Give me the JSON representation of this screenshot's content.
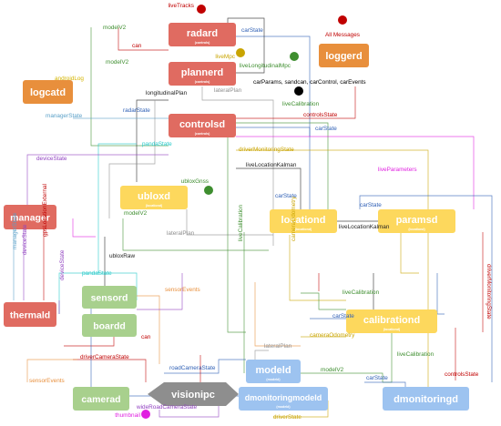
{
  "colors": {
    "red": "#e06b61",
    "orange": "#e88f3c",
    "yellow": "#fdd85d",
    "green": "#a8d08d",
    "blue": "#9dc3f0",
    "gray": "#8e8e8e",
    "dark": "#222222",
    "crimson": "#c00000"
  },
  "nodes": {
    "radard": {
      "label": "radard",
      "sub": "(controls)",
      "color": "red"
    },
    "plannerd": {
      "label": "plannerd",
      "sub": "(controls)",
      "color": "red"
    },
    "controlsd": {
      "label": "controlsd",
      "sub": "(controls)",
      "color": "red"
    },
    "manager": {
      "label": "manager",
      "sub": "",
      "color": "red"
    },
    "thermald": {
      "label": "thermald",
      "sub": "",
      "color": "red"
    },
    "logcatd": {
      "label": "logcatd",
      "sub": "",
      "color": "orange"
    },
    "loggerd": {
      "label": "loggerd",
      "sub": "",
      "color": "orange"
    },
    "ubloxd": {
      "label": "ubloxd",
      "sub": "(locationd)",
      "color": "yellow"
    },
    "locationd": {
      "label": "locationd",
      "sub": "(locationd)",
      "color": "yellow"
    },
    "paramsd": {
      "label": "paramsd",
      "sub": "(locationd)",
      "color": "yellow"
    },
    "calibrationd": {
      "label": "calibrationd",
      "sub": "(locationd)",
      "color": "yellow"
    },
    "sensord": {
      "label": "sensord",
      "sub": "",
      "color": "green"
    },
    "boardd": {
      "label": "boardd",
      "sub": "",
      "color": "green"
    },
    "camerad": {
      "label": "camerad",
      "sub": "",
      "color": "green"
    },
    "modeld": {
      "label": "modeld",
      "sub": "(modeld)",
      "color": "blue"
    },
    "dmonitoringmodeld": {
      "label": "dmonitoringmodeld",
      "sub": "(modeld)",
      "color": "blue"
    },
    "dmonitoringd": {
      "label": "dmonitoringd",
      "sub": "",
      "color": "blue"
    },
    "visionipc": {
      "label": "visionipc",
      "sub": "",
      "color": "gray"
    }
  },
  "dots": {
    "liveTracks": {
      "label": "liveTracks",
      "color": "#c00000"
    },
    "allMessages": {
      "label": "All Messages",
      "color": "#c00000"
    },
    "liveMpc": {
      "label": "liveMpc",
      "color": "#c9a400"
    },
    "liveLongitudinalMpc": {
      "label": "liveLongitudinalMpc",
      "color": "#3e8e2f"
    },
    "carParams": {
      "label": "carParams, sandcan, carControl, carEvents",
      "color": "#000000"
    },
    "ubloxGnss": {
      "label": "ubloxGnss",
      "color": "#3e8e2f"
    },
    "thumbnail": {
      "label": "thumbnail",
      "color": "#e020e0"
    }
  },
  "edge_labels": {
    "modelV2_top": {
      "text": "modelV2",
      "color": "#3e8e2f"
    },
    "modelV2_left": {
      "text": "modelV2",
      "color": "#3e8e2f"
    },
    "can_top": {
      "text": "can",
      "color": "#c00000"
    },
    "carState_radard": {
      "text": "carState",
      "color": "#2e5fb5"
    },
    "androidLog": {
      "text": "androidLog",
      "color": "#d4b400"
    },
    "lateralPlan_top": {
      "text": "lateralPlan",
      "color": "#8e8e8e"
    },
    "longitudinalPlan": {
      "text": "longitudinalPlan",
      "color": "#222222"
    },
    "radarState": {
      "text": "radarState",
      "color": "#2e5fb5"
    },
    "liveCalibration_top": {
      "text": "liveCalibration",
      "color": "#3e8e2f"
    },
    "controlsState_top": {
      "text": "controlsState",
      "color": "#c00000"
    },
    "managerState": {
      "text": "managerState",
      "color": "#5aa0c8"
    },
    "pandaState_top": {
      "text": "pandaState",
      "color": "#20c8c8"
    },
    "carState_mid": {
      "text": "carState",
      "color": "#2e5fb5"
    },
    "driverMonitoringState": {
      "text": "driverMonitoringState",
      "color": "#c9a400"
    },
    "deviceState_top": {
      "text": "deviceState",
      "color": "#9040c0"
    },
    "liveLocationKalman_top": {
      "text": "liveLocationKalman",
      "color": "#222222"
    },
    "liveParameters": {
      "text": "liveParameters",
      "color": "#e020e0"
    },
    "carState_locd": {
      "text": "carState",
      "color": "#2e5fb5"
    },
    "carState_params": {
      "text": "carState",
      "color": "#2e5fb5"
    },
    "modelV2_mid": {
      "text": "modelV2",
      "color": "#3e8e2f"
    },
    "liveLocationKalman_mid": {
      "text": "liveLocationKalman",
      "color": "#222222"
    },
    "lateralPlan_mid": {
      "text": "lateralPlan",
      "color": "#8e8e8e"
    },
    "gpsLocationExternal": {
      "text": "gpsLocationExternal",
      "color": "#c00000"
    },
    "deviceState_left": {
      "text": "deviceState",
      "color": "#9040c0"
    },
    "managerState_left": {
      "text": "managerState",
      "color": "#5aa0c8"
    },
    "ubloxRaw": {
      "text": "ubloxRaw",
      "color": "#222222"
    },
    "liveCalibration_v": {
      "text": "liveCalibration",
      "color": "#3e8e2f"
    },
    "cameraOdometry_v": {
      "text": "cameraOdometry",
      "color": "#c9a400"
    },
    "driverMonitoringState_v": {
      "text": "driverMonitoringState",
      "color": "#c00000"
    },
    "pandaState_low": {
      "text": "pandaState",
      "color": "#20c8c8"
    },
    "deviceState_low": {
      "text": "deviceState",
      "color": "#9040c0"
    },
    "sensorEvents_mid": {
      "text": "sensorEvents",
      "color": "#e88f3c"
    },
    "liveCalibration_mid": {
      "text": "liveCalibration",
      "color": "#3e8e2f"
    },
    "carState_calib": {
      "text": "carState",
      "color": "#2e5fb5"
    },
    "can_low": {
      "text": "can",
      "color": "#c00000"
    },
    "cameraOdometry_low": {
      "text": "cameraOdometry",
      "color": "#c9a400"
    },
    "lateralPlan_low": {
      "text": "lateralPlan",
      "color": "#8e8e8e"
    },
    "liveCalibration_low": {
      "text": "liveCalibration",
      "color": "#3e8e2f"
    },
    "driverCameraState": {
      "text": "driverCameraState",
      "color": "#c00000"
    },
    "sensorEvents_low": {
      "text": "sensorEvents",
      "color": "#e88f3c"
    },
    "roadCameraState": {
      "text": "roadCameraState",
      "color": "#2e5fb5"
    },
    "modelV2_low": {
      "text": "modelV2",
      "color": "#3e8e2f"
    },
    "carState_low": {
      "text": "carState",
      "color": "#2e5fb5"
    },
    "controlsState_low": {
      "text": "controlsState",
      "color": "#c00000"
    },
    "wideRoadCameraState": {
      "text": "wideRoadCameraState",
      "color": "#9040c0"
    },
    "driverState": {
      "text": "driverState",
      "color": "#c9a400"
    }
  }
}
